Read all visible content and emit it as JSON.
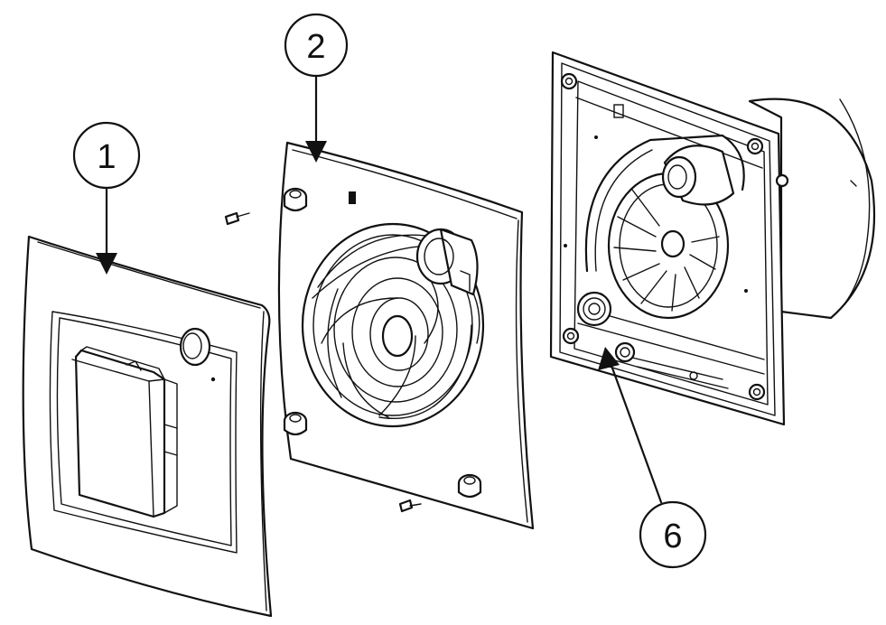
{
  "callouts": [
    {
      "id": "1",
      "label": "1"
    },
    {
      "id": "2",
      "label": "2"
    },
    {
      "id": "6",
      "label": "6"
    }
  ],
  "colors": {
    "line": "#111111",
    "background": "#ffffff"
  }
}
